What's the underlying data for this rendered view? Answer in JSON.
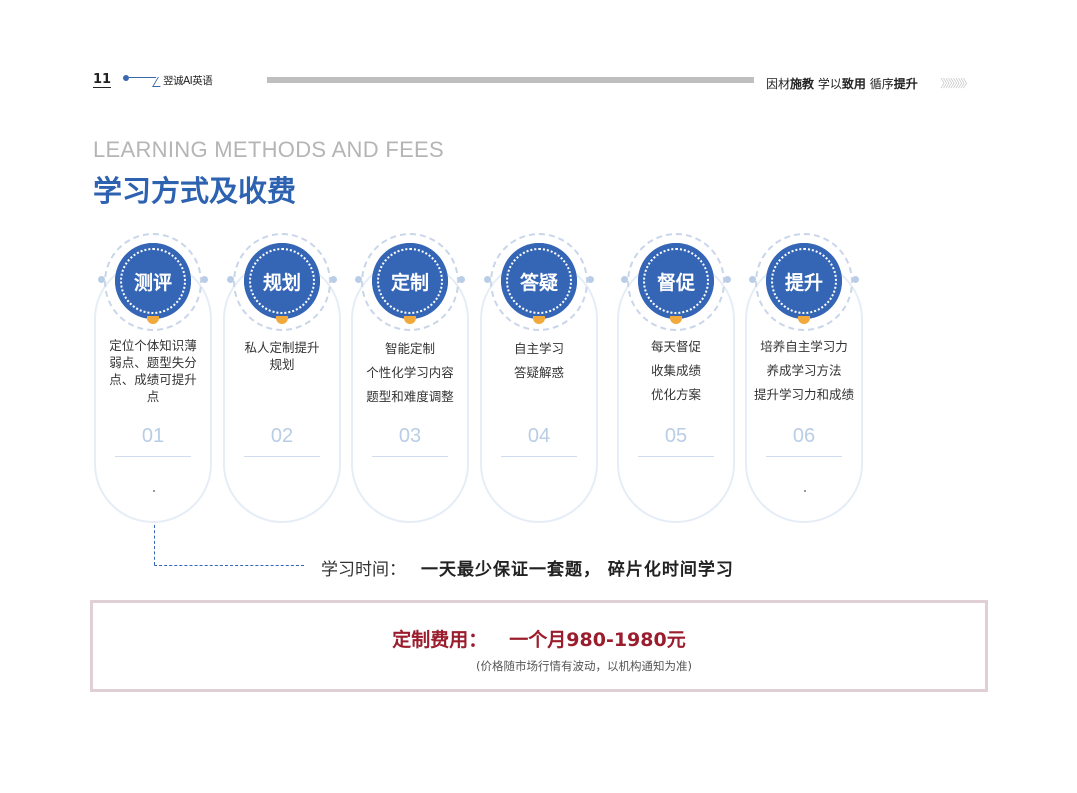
{
  "header": {
    "page_number": "11",
    "brand": "翌诚AI英语",
    "slogan": [
      {
        "normal": "因材",
        "bold": "施教"
      },
      {
        "normal": "学以",
        "bold": "致用"
      },
      {
        "normal": "循序",
        "bold": "提升"
      }
    ],
    "chevrons": "〉〉〉〉〉〉〉〉〉〉"
  },
  "title": {
    "en": "LEARNING METHODS AND FEES",
    "cn": "学习方式及收费"
  },
  "steps": [
    {
      "label": "测评",
      "number": "01",
      "lines": [
        "定位个体知识薄",
        "弱点、题型失分",
        "点、成绩可提升",
        "点"
      ]
    },
    {
      "label": "规划",
      "number": "02",
      "lines": [
        "私人定制提升",
        "规划"
      ]
    },
    {
      "label": "定制",
      "number": "03",
      "lines": [
        "智能定制",
        "个性化学习内容",
        "题型和难度调整"
      ]
    },
    {
      "label": "答疑",
      "number": "04",
      "lines": [
        "自主学习",
        "答疑解惑"
      ]
    },
    {
      "label": "督促",
      "number": "05",
      "lines": [
        "每天督促",
        "收集成绩",
        "优化方案"
      ]
    },
    {
      "label": "提升",
      "number": "06",
      "lines": [
        "培养自主学习力",
        "养成学习方法",
        "提升学习力和成绩"
      ]
    }
  ],
  "study_time": {
    "label": "学习时间：",
    "value": "一天最少保证一套题， 碎片化时间学习"
  },
  "fee": {
    "label": "定制费用：",
    "value": "一个月980-1980元",
    "note": "(价格随市场行情有波动，以机构通知为准)"
  },
  "colors": {
    "brand_blue": "#3566b5",
    "accent_orange": "#f0a93a",
    "fee_red": "#9b1d2d"
  }
}
